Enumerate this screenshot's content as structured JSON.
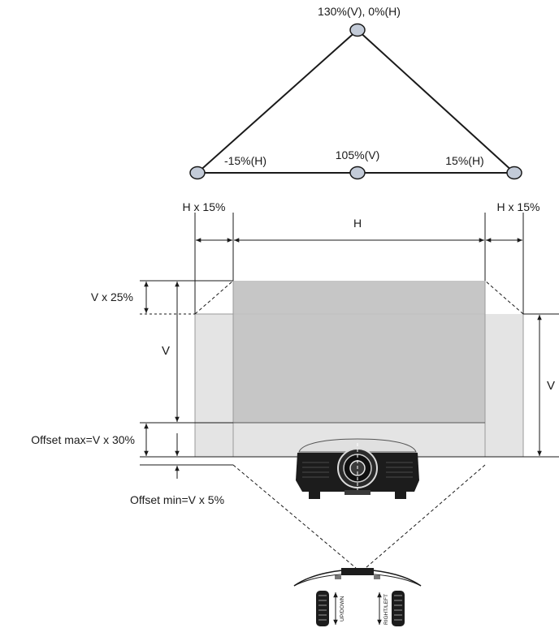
{
  "top_diagram": {
    "top_point_label": "130%(V), 0%(H)",
    "left_point_label": "-15%(H)",
    "center_point_label": "105%(V)",
    "right_point_label": "15%(H)"
  },
  "projection": {
    "h_left_label": "H x 15%",
    "h_right_label": "H x 15%",
    "h_label": "H",
    "v_25_label": "V x 25%",
    "v_left_label": "V",
    "v_right_label": "V",
    "offset_max_label": "Offset max=V x 30%",
    "offset_min_label": "Offset min=V x 5%"
  },
  "lens_controls": {
    "up_down_label": "UP/DOWN",
    "right_left_label": "RIGHT/LEFT"
  },
  "colors": {
    "main_screen": "#c6c6c6",
    "side_screen": "#e4e4e4",
    "node_fill": "#c3cbd8",
    "line": "#1a1a1a",
    "projector_body": "#1c1c1c"
  }
}
